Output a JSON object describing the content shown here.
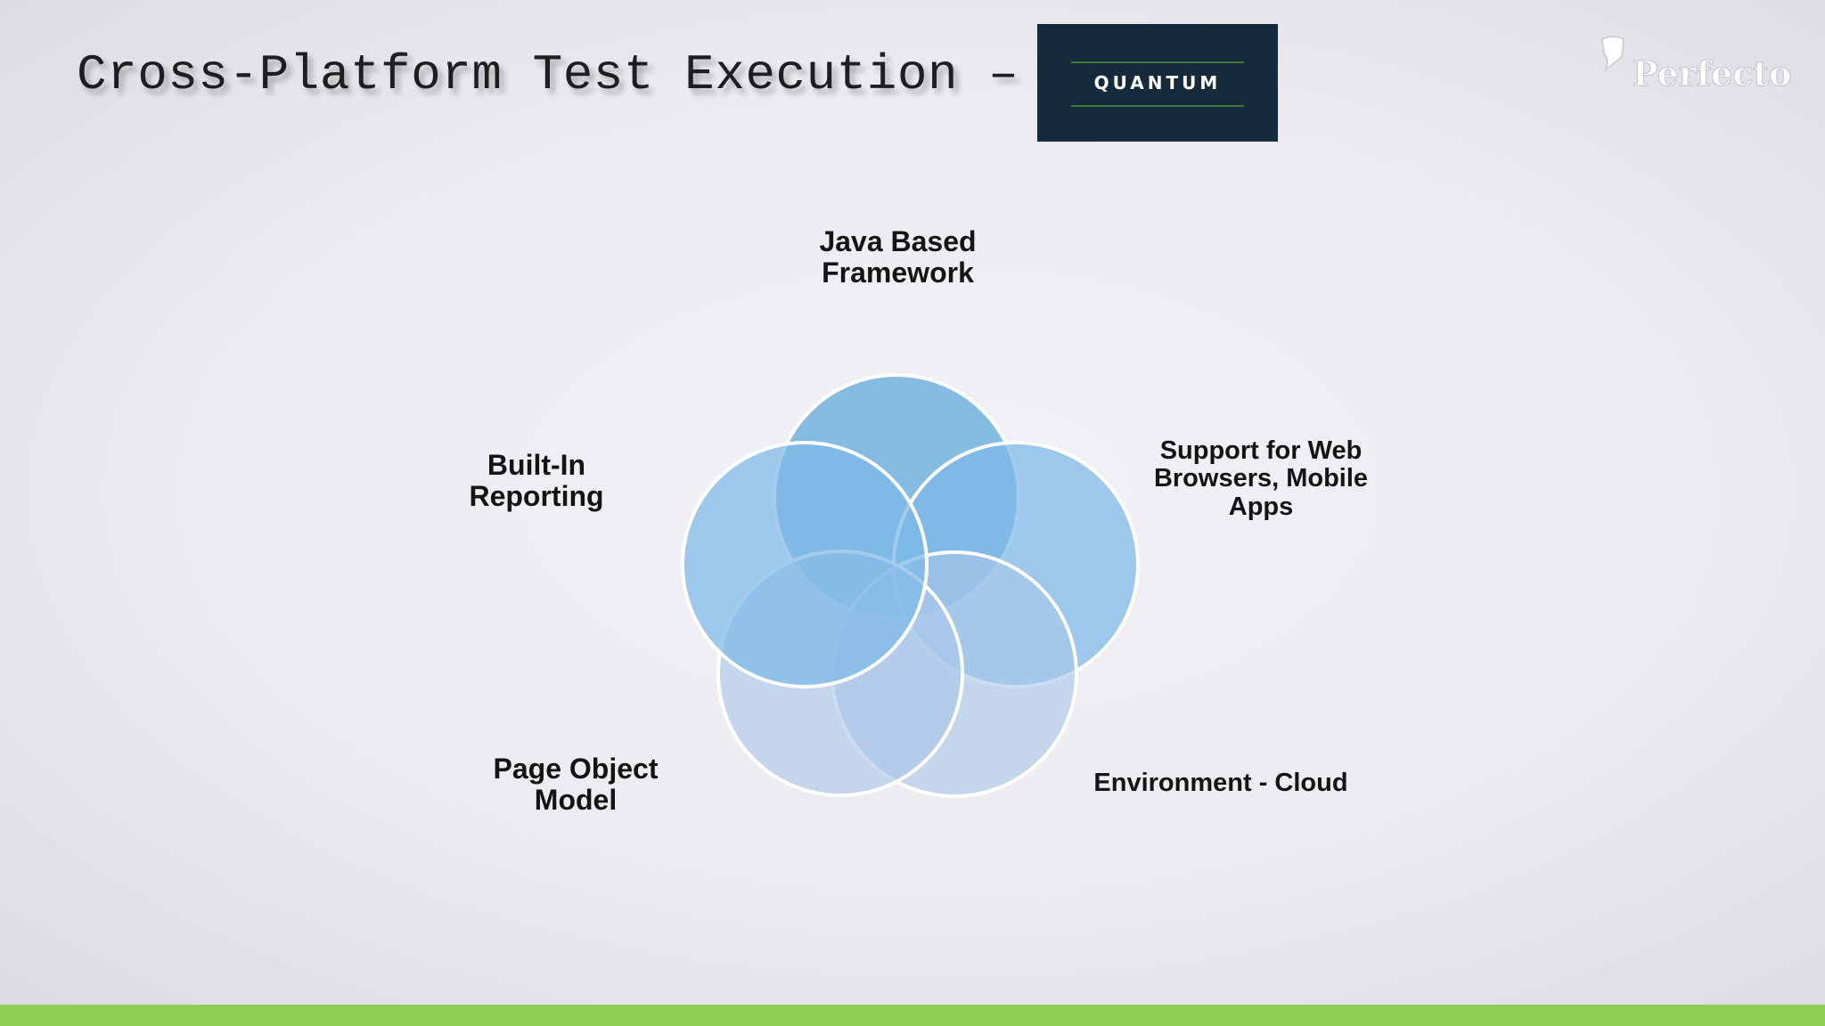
{
  "slide": {
    "title": "Cross-Platform Test Execution – Quantum"
  },
  "badge": {
    "label": "QUANTUM"
  },
  "brand": {
    "name": "Perfecto",
    "logo_icon": "perfecto-logo-icon"
  },
  "diagram": {
    "type": "venn",
    "labels": {
      "top": [
        "Java Based",
        "Framework"
      ],
      "right": [
        "Support for Web",
        "Browsers, Mobile",
        "Apps"
      ],
      "left": [
        "Built-In",
        "Reporting"
      ],
      "bottom_left": [
        "Page Object",
        "Model"
      ],
      "bottom_right": [
        "Environment - Cloud"
      ]
    }
  },
  "colors": {
    "circle_dark": "#5aa6d8",
    "circle_light": "#a9c6e8",
    "footer_bar": "#8ccd52",
    "badge_bg": "#152a3a"
  }
}
